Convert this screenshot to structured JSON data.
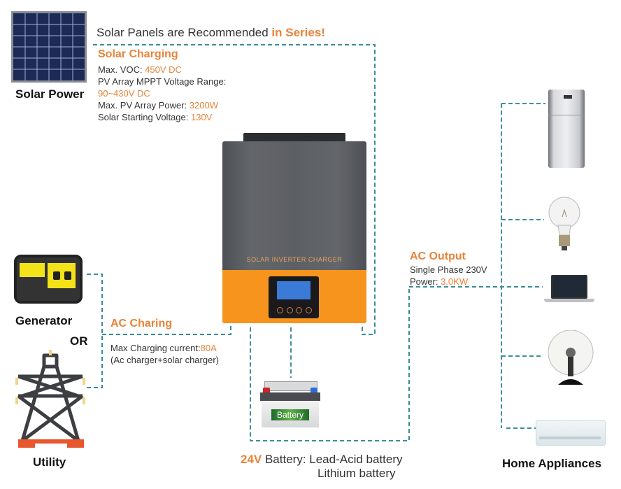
{
  "colors": {
    "accent": "#e8833a",
    "line": "#3a8f99",
    "inverter_gray": "#5a5d62",
    "inverter_orange": "#f7941d"
  },
  "solar": {
    "label": "Solar Power",
    "recommend_prefix": "Solar Panels are Recommended ",
    "recommend_highlight": "in Series!",
    "heading": "Solar Charging",
    "specs": [
      {
        "label": "Max. VOC: ",
        "value": "450V DC"
      },
      {
        "label": "PV Array MPPT Voltage Range:",
        "value": ""
      },
      {
        "label": "",
        "value": "90~430V DC"
      },
      {
        "label": "Max. PV Array Power: ",
        "value": "3200W"
      },
      {
        "label": "Solar Starting Voltage: ",
        "value": "130V"
      }
    ]
  },
  "inverter": {
    "brand_text": "SOLAR INVERTER CHARGER"
  },
  "ac_input": {
    "generator_label": "Generator",
    "or_label": "OR",
    "utility_label": "Utility",
    "heading": "AC Charing",
    "current_label": "Max Charging current:",
    "current_value": "80A",
    "note": "(Ac charger+solar charger)"
  },
  "battery": {
    "icon_text": "Battery",
    "voltage": "24V",
    "label": " Battery: Lead-Acid battery",
    "line2": "Lithium battery"
  },
  "ac_output": {
    "heading": "AC Output",
    "phase": "Single Phase 230V",
    "power_label": "Power: ",
    "power_value": "3.0KW"
  },
  "appliances": {
    "label": "Home Appliances",
    "items": [
      "refrigerator",
      "light-bulb",
      "laptop",
      "fan",
      "air-conditioner"
    ]
  }
}
